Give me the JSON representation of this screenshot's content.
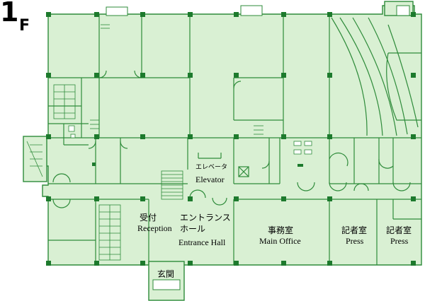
{
  "floor": {
    "number": "1",
    "letter": "F"
  },
  "colors": {
    "fill": "#d9f0d3",
    "wall": "#2e8b3a",
    "column": "#1d7a2d",
    "stroke": "#3a9a45"
  },
  "rooms": {
    "elevator_jp": "エレベータ",
    "elevator_en": "Elevator",
    "reception_jp": "受付",
    "reception_en": "Reception",
    "entrance_hall_jp1": "エントランス",
    "entrance_hall_jp2": "ホール",
    "entrance_hall_en": "Entrance Hall",
    "main_office_jp": "事務室",
    "main_office_en": "Main Office",
    "press1_jp": "記者室",
    "press1_en": "Press",
    "press2_jp": "記者室",
    "press2_en": "Press",
    "entrance_jp": "玄関"
  }
}
